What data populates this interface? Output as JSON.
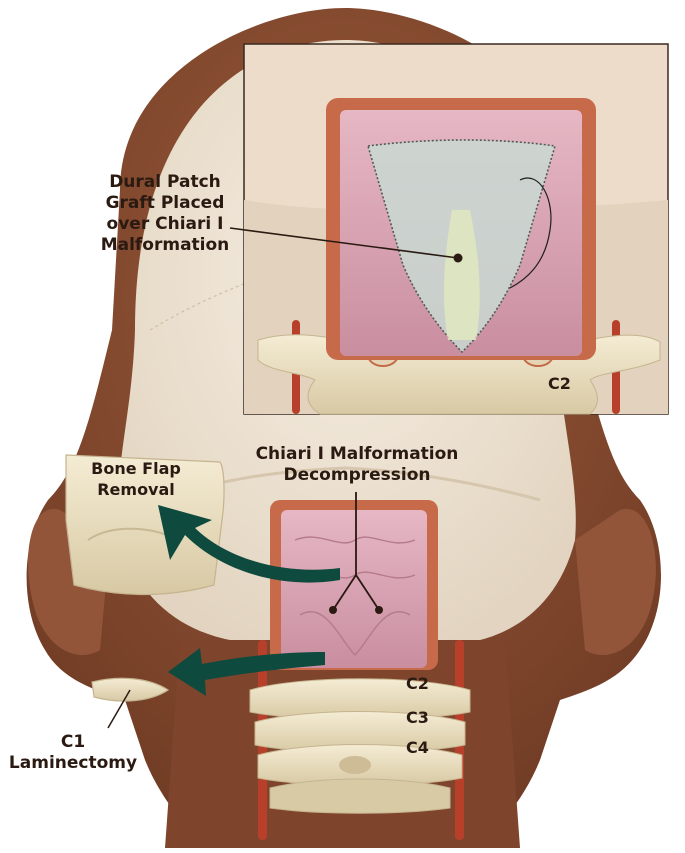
{
  "labels": {
    "dural_patch": [
      "Dural Patch",
      "Graft Placed",
      "over Chiari I",
      "Malformation"
    ],
    "decompression": [
      "Chiari I Malformation",
      "Decompression"
    ],
    "bone_flap": [
      "Bone Flap",
      "Removal"
    ],
    "laminectomy": [
      "C1",
      "Laminectomy"
    ],
    "inset_vertebra": "C2",
    "vertebrae": [
      "C2",
      "C3",
      "C4"
    ]
  },
  "colors": {
    "skin": "#8a4e32",
    "skin_dark": "#6e3a22",
    "skull": "#efe4d6",
    "bone": "#ede3c6",
    "bone_shadow": "#c8b894",
    "bone_edge": "#c46a48",
    "dura": "#d7a5b4",
    "patch": "#c9d9d2",
    "arrow": "#0f4a3f",
    "artery": "#c2462e",
    "text": "#2a1a12"
  }
}
